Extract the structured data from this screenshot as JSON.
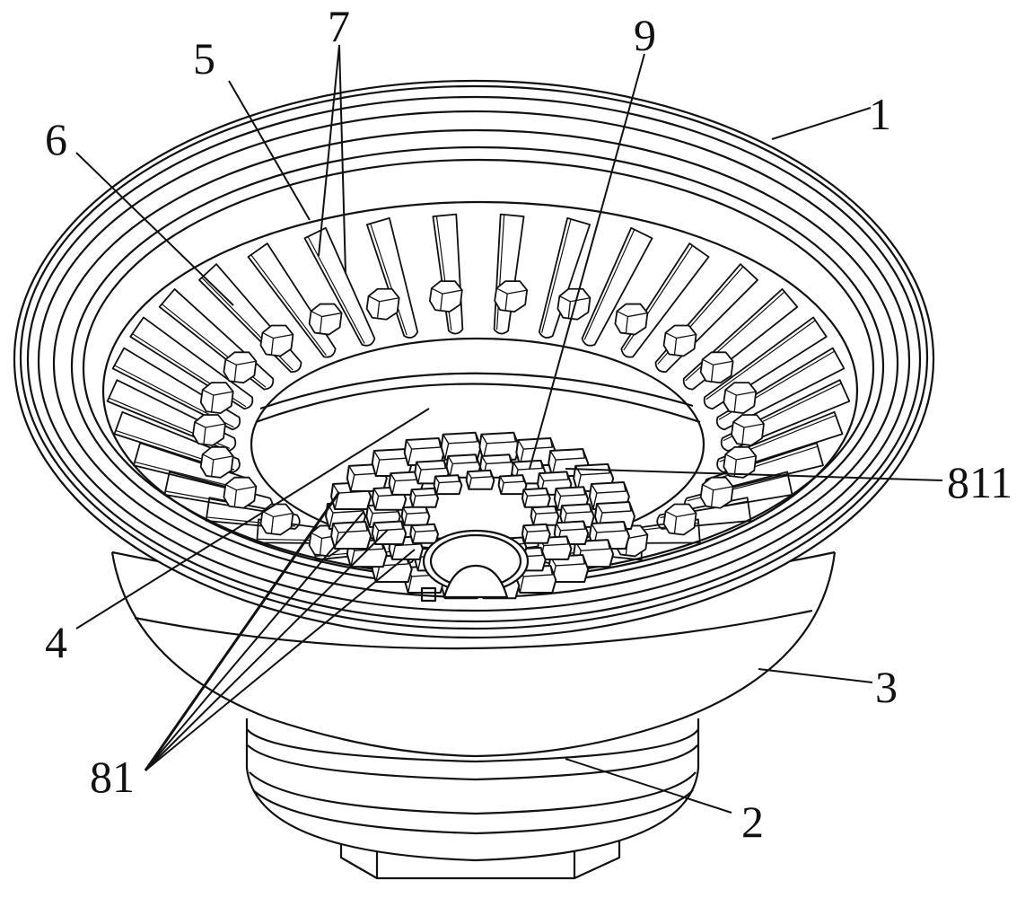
{
  "labels": {
    "l1": "1",
    "l2": "2",
    "l3": "3",
    "l4": "4",
    "l5": "5",
    "l6": "6",
    "l7": "7",
    "l9": "9",
    "l81": "81",
    "l811": "811"
  }
}
